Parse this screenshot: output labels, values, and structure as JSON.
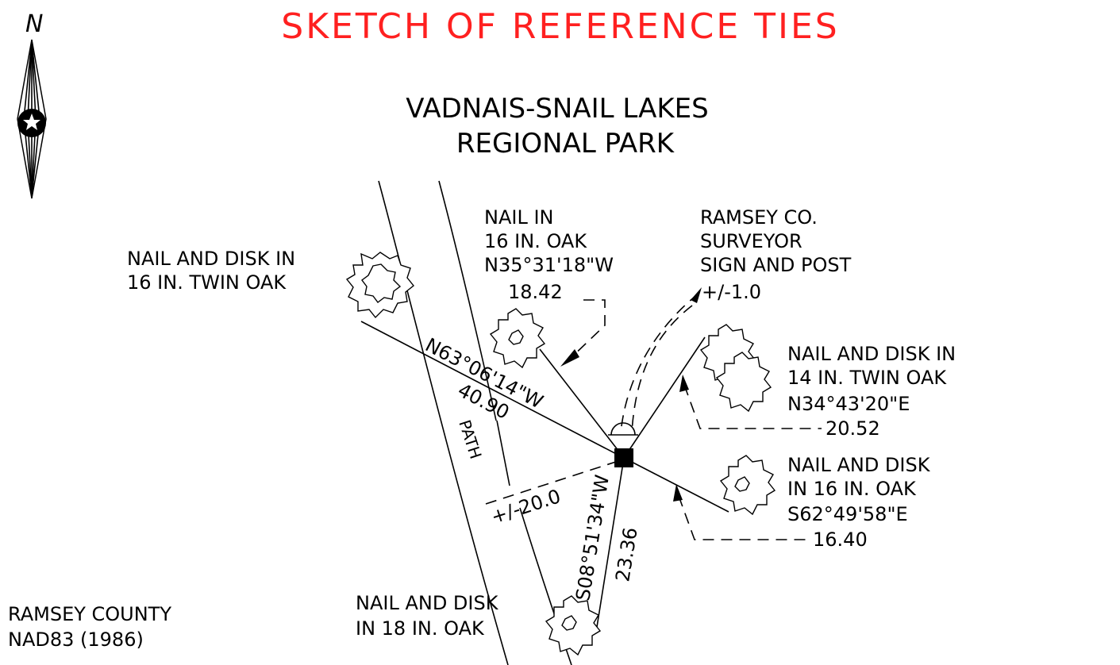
{
  "title": "SKETCH OF REFERENCE TIES",
  "north_label": "N",
  "park_name": [
    "VADNAIS-SNAIL LAKES",
    "REGIONAL PARK"
  ],
  "county_block": [
    "RAMSEY COUNTY",
    "NAD83 (1986)"
  ],
  "path_label": "PATH",
  "ties": {
    "twin_oak_16": {
      "lines": [
        "NAIL AND DISK IN",
        "16 IN. TWIN OAK"
      ],
      "bearing": "N63°06'14\"W",
      "distance": "40.90"
    },
    "oak_16_north": {
      "lines": [
        "NAIL IN",
        "16 IN. OAK",
        "N35°31'18\"W"
      ],
      "distance": "18.42"
    },
    "sign_post": {
      "lines": [
        "RAMSEY CO.",
        "SURVEYOR",
        "SIGN AND POST"
      ],
      "distance": "+/-1.0"
    },
    "twin_oak_14": {
      "lines": [
        "NAIL AND DISK IN",
        "14 IN. TWIN OAK",
        "N34°43'20\"E"
      ],
      "distance": "20.52"
    },
    "oak_16_east": {
      "lines": [
        "NAIL AND DISK",
        "IN 16 IN. OAK",
        "S62°49'58\"E"
      ],
      "distance": "16.40"
    },
    "oak_18": {
      "lines": [
        "NAIL AND DISK",
        "IN 18 IN. OAK"
      ],
      "bearing": "S08°51'34\"W",
      "distance": "23.36"
    },
    "path_offset": {
      "distance": "+/-20.0"
    }
  }
}
